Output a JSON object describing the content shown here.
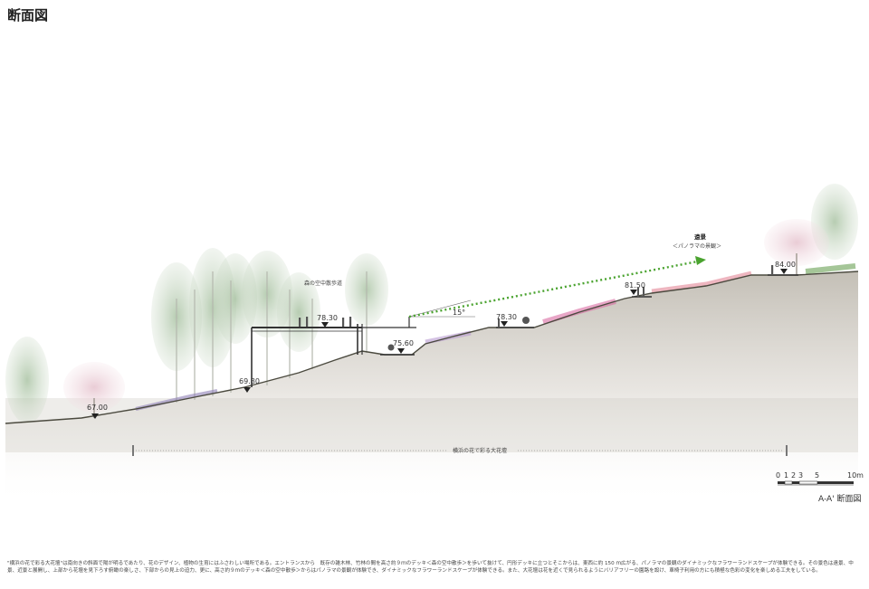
{
  "title": "断面図",
  "section_name": "A-A' 断面図",
  "description": "\"横浜の花で彩る大花壇\"は南向きの斜面で陽が明るであたり、花のデザイン、植物の生育にはふさわしい場所である。エントランスから　既存の雑木林、竹林の間を高さ約９ｍのデッキ＜森の空中散歩＞を歩いて抜けて、円形デッキに立つとそこからは、東西に約 150 ｍ広がる、パノラマの景観のダイナミックなフラワーランドスケープが体験できる。その景色は遠景、中景、近景と展開し、上部から花壇を見下ろす俯瞰の楽しさ、下部からの見上の迫力、更に、高さ約９ｍのデッキ＜森の空中散歩＞からはパノラマの景観が体験でき、ダイナミックなフラワーランドスケープが体験できる。また、大花壇は花を近くで見られるようにバリアフリーの園路を設け、車椅子利用の方にも積極な色彩の変化を楽しめる工夫をしている。",
  "labels": {
    "walkway": "森の空中散歩道",
    "view": "遠景",
    "panorama": "＜パノラマの景観＞",
    "angle": "15°",
    "flowerbed": "横浜の花で彩る大花壇"
  },
  "elevations": [
    "67.00",
    "69.80",
    "78.30",
    "75.60",
    "78.30",
    "81.50",
    "84.00"
  ],
  "scale": {
    "ticks": [
      "0",
      "1",
      "2",
      "3",
      "5",
      "10m"
    ]
  },
  "colors": {
    "ground": "#6e6a5e",
    "sightline": "#4aa32f",
    "tree": "#a9c3a0",
    "blossom": "#e8c9d2"
  }
}
